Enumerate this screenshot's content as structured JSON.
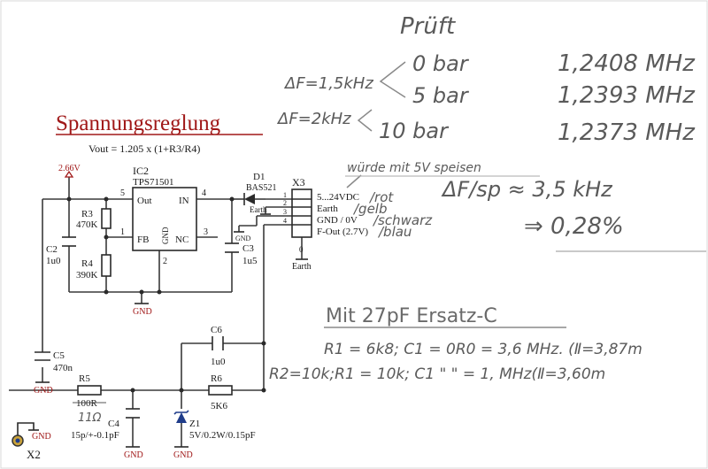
{
  "schematic": {
    "title": "Spannungsreglung",
    "formula": "Vout = 1.205 x (1+R3/R4)",
    "ic2": {
      "name": "IC2",
      "part": "TPS71501",
      "pins": {
        "out": "Out",
        "in": "IN",
        "fb": "FB",
        "nc": "NC",
        "gnd": "GND",
        "n5": "5",
        "n4": "4",
        "n1": "1",
        "n3": "3",
        "n2": "2"
      }
    },
    "voltage_node": "2.66V",
    "d1": {
      "name": "D1",
      "part": "BAS521"
    },
    "x3": {
      "name": "X3",
      "pins": [
        "1",
        "2",
        "3",
        "4"
      ],
      "pin0": "0",
      "earth": "Earth"
    },
    "x3_labels": [
      "5...24VDC",
      "Earth",
      "GND / 0V",
      "F-Out (2.7V)"
    ],
    "r3": {
      "name": "R3",
      "value": "470K"
    },
    "r4": {
      "name": "R4",
      "value": "390K"
    },
    "c2": {
      "name": "C2",
      "value": "1u0"
    },
    "c3": {
      "name": "C3",
      "value": "1u5"
    },
    "c5": {
      "name": "C5",
      "value": "470n"
    },
    "c6": {
      "name": "C6",
      "value": "1u0"
    },
    "r5": {
      "name": "R5",
      "value": "100R"
    },
    "r6": {
      "name": "R6",
      "value": "5K6"
    },
    "c4": {
      "name": "C4",
      "value": "15p/+-0.1pF"
    },
    "z1": {
      "name": "Z1",
      "value": "5V/0.2W/0.15pF"
    },
    "x2": {
      "name": "X2"
    },
    "gnd": "GND",
    "earth": "Earth"
  },
  "handwriting": {
    "pruft": "Prüft",
    "df1": "ΔF=1,5kHz",
    "df2": "ΔF=2kHz",
    "p0": "0 bar",
    "p5": "5 bar",
    "p10": "10 bar",
    "f0": "1,2408 MHz",
    "f5": "1,2393 MHz",
    "f10": "1,2373 MHz",
    "wuerde": "würde mit 5V speisen",
    "c_rot": "/rot",
    "c_gelb": "/gelb",
    "c_schwarz": "/schwarz",
    "c_blau": "/blau",
    "dfsp": "ΔF/sp ≈ 3,5 kHz",
    "pct": "⇒ 0,28%",
    "ersatz": "Mit 27pF Ersatz-C",
    "line1": "R1 = 6k8; C1 = 0R0 = 3,6 MHz. (Ⅱ=3,87m",
    "line2": "R2=10k;R1 = 10k; C1  \"    \" = 1,   MHz(Ⅱ=3,60m",
    "r5note": "11Ω"
  }
}
